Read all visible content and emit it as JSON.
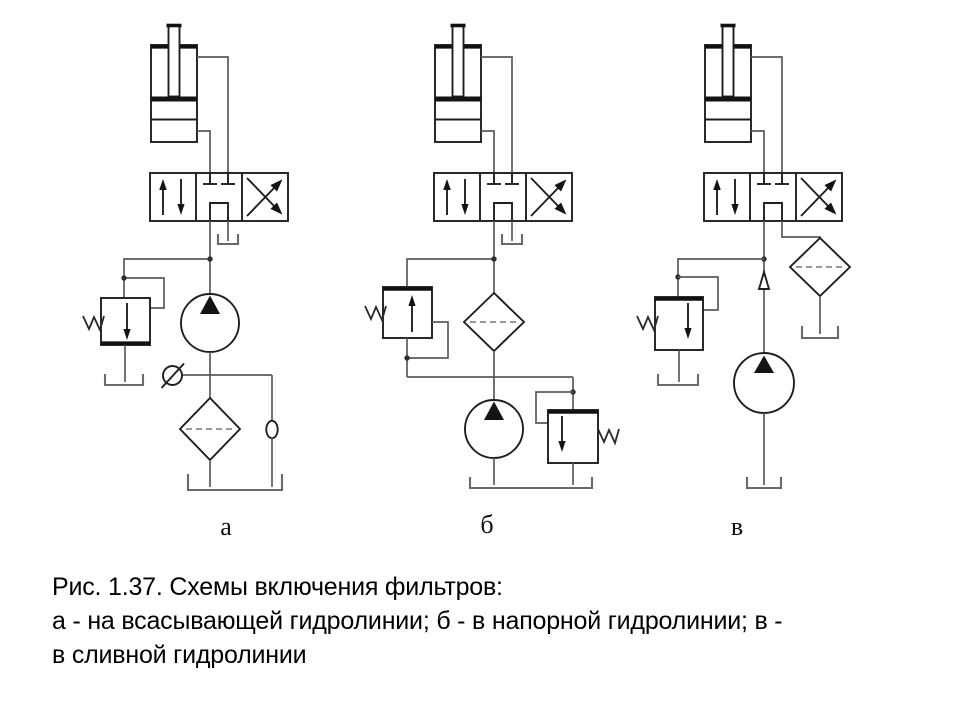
{
  "figure": {
    "caption_line1": "Рис. 1.37. Схемы включения фильтров:",
    "caption_line2": "а - на всасывающей гидролинии; б - в напорной гидролинии; в -",
    "caption_line3": "в сливной гидролинии"
  },
  "diagrams": [
    {
      "id": "a",
      "label": "а",
      "meaning": "filter-in-suction-line"
    },
    {
      "id": "b",
      "label": "б",
      "meaning": "filter-in-pressure-line"
    },
    {
      "id": "v",
      "label": "в",
      "meaning": "filter-in-drain-line"
    }
  ],
  "colors": {
    "background": "#ffffff",
    "pipe_line": "#5b5b5b",
    "symbol_line": "#1f1f1f",
    "text": "#000000"
  }
}
